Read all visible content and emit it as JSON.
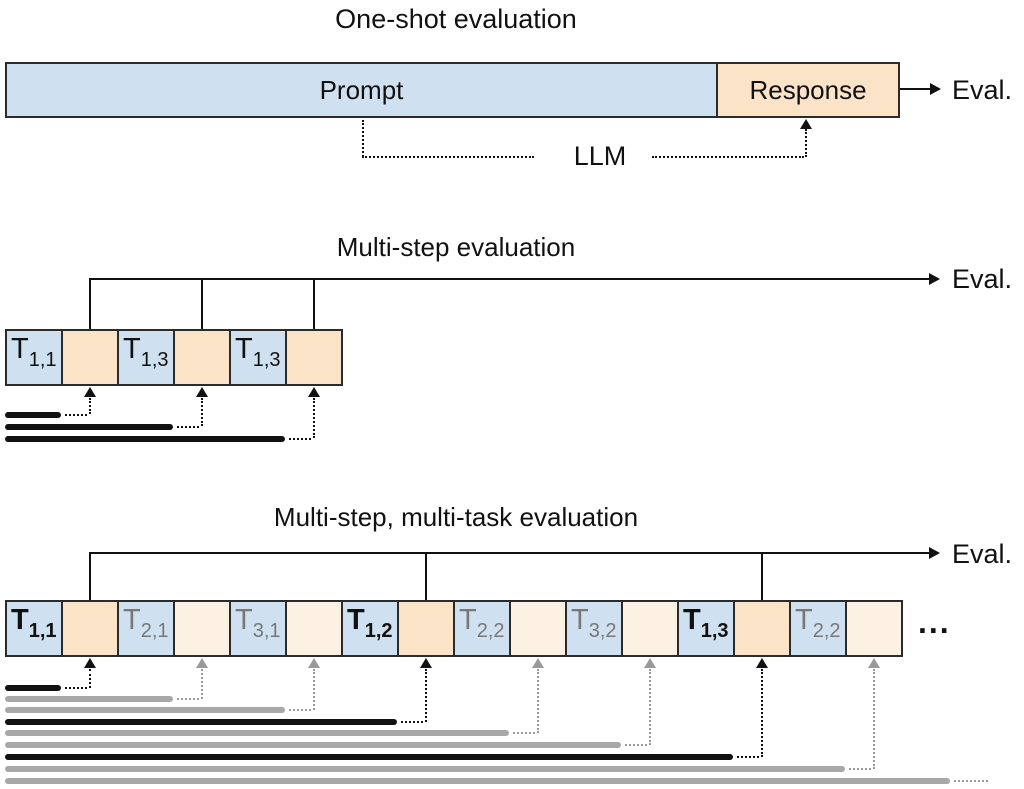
{
  "sections": {
    "one_shot": {
      "title": "One-shot evaluation",
      "prompt_label": "Prompt",
      "response_label": "Response",
      "llm_label": "LLM",
      "eval_label": "Eval."
    },
    "multi_step": {
      "title": "Multi-step evaluation",
      "eval_label": "Eval.",
      "boxes": [
        {
          "base": "T",
          "sub": "1,1"
        },
        {
          "base": "T",
          "sub": "1,3"
        },
        {
          "base": "T",
          "sub": "1,3"
        }
      ]
    },
    "multi_task": {
      "title": "Multi-step, multi-task evaluation",
      "eval_label": "Eval.",
      "ellipsis": "...",
      "boxes": [
        {
          "base": "T",
          "sub": "1,1",
          "emphasis": "bold"
        },
        {
          "base": "T",
          "sub": "2,1",
          "emphasis": "muted"
        },
        {
          "base": "T",
          "sub": "3,1",
          "emphasis": "muted"
        },
        {
          "base": "T",
          "sub": "1,2",
          "emphasis": "bold"
        },
        {
          "base": "T",
          "sub": "2,2",
          "emphasis": "muted"
        },
        {
          "base": "T",
          "sub": "3,2",
          "emphasis": "muted"
        },
        {
          "base": "T",
          "sub": "1,3",
          "emphasis": "bold"
        },
        {
          "base": "T",
          "sub": "2,2",
          "emphasis": "muted"
        }
      ]
    }
  },
  "colors": {
    "box_blue": "#cfe0f1",
    "box_orange": "#fbe3c8",
    "box_orange_pale": "#fdf1e3",
    "muted_label": "#787878",
    "line_black": "#111111",
    "line_gray": "#a8a8a8",
    "border": "#2b2b2b"
  }
}
